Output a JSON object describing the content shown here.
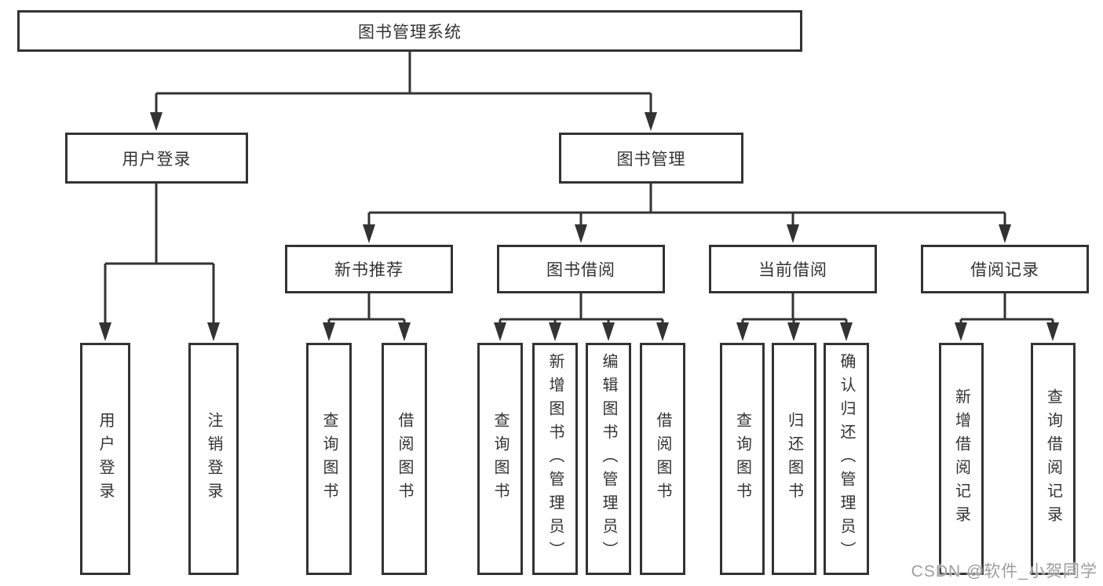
{
  "diagram_title": "图书管理系统",
  "colors": {
    "line": "#333333",
    "text": "#333333",
    "background": "#ffffff",
    "watermark": "#9e9e9e"
  },
  "tree": {
    "root": {
      "label": "图书管理系统"
    },
    "branches": [
      {
        "label": "用户登录",
        "children": [
          {
            "label": "用户登录"
          },
          {
            "label": "注销登录"
          }
        ]
      },
      {
        "label": "图书管理",
        "groups": [
          {
            "label": "新书推荐",
            "children": [
              {
                "label": "查询图书"
              },
              {
                "label": "借阅图书"
              }
            ]
          },
          {
            "label": "图书借阅",
            "children": [
              {
                "label": "查询图书"
              },
              {
                "label": "新增图书（管理员）"
              },
              {
                "label": "编辑图书（管理员）"
              },
              {
                "label": "借阅图书"
              }
            ]
          },
          {
            "label": "当前借阅",
            "children": [
              {
                "label": "查询图书"
              },
              {
                "label": "归还图书"
              },
              {
                "label": "确认归还（管理员）"
              }
            ]
          },
          {
            "label": "借阅记录",
            "children": [
              {
                "label": "新增借阅记录"
              },
              {
                "label": "查询借阅记录"
              }
            ]
          }
        ]
      }
    ]
  },
  "watermark": {
    "text": "CSDN @软件_小贺同学"
  }
}
